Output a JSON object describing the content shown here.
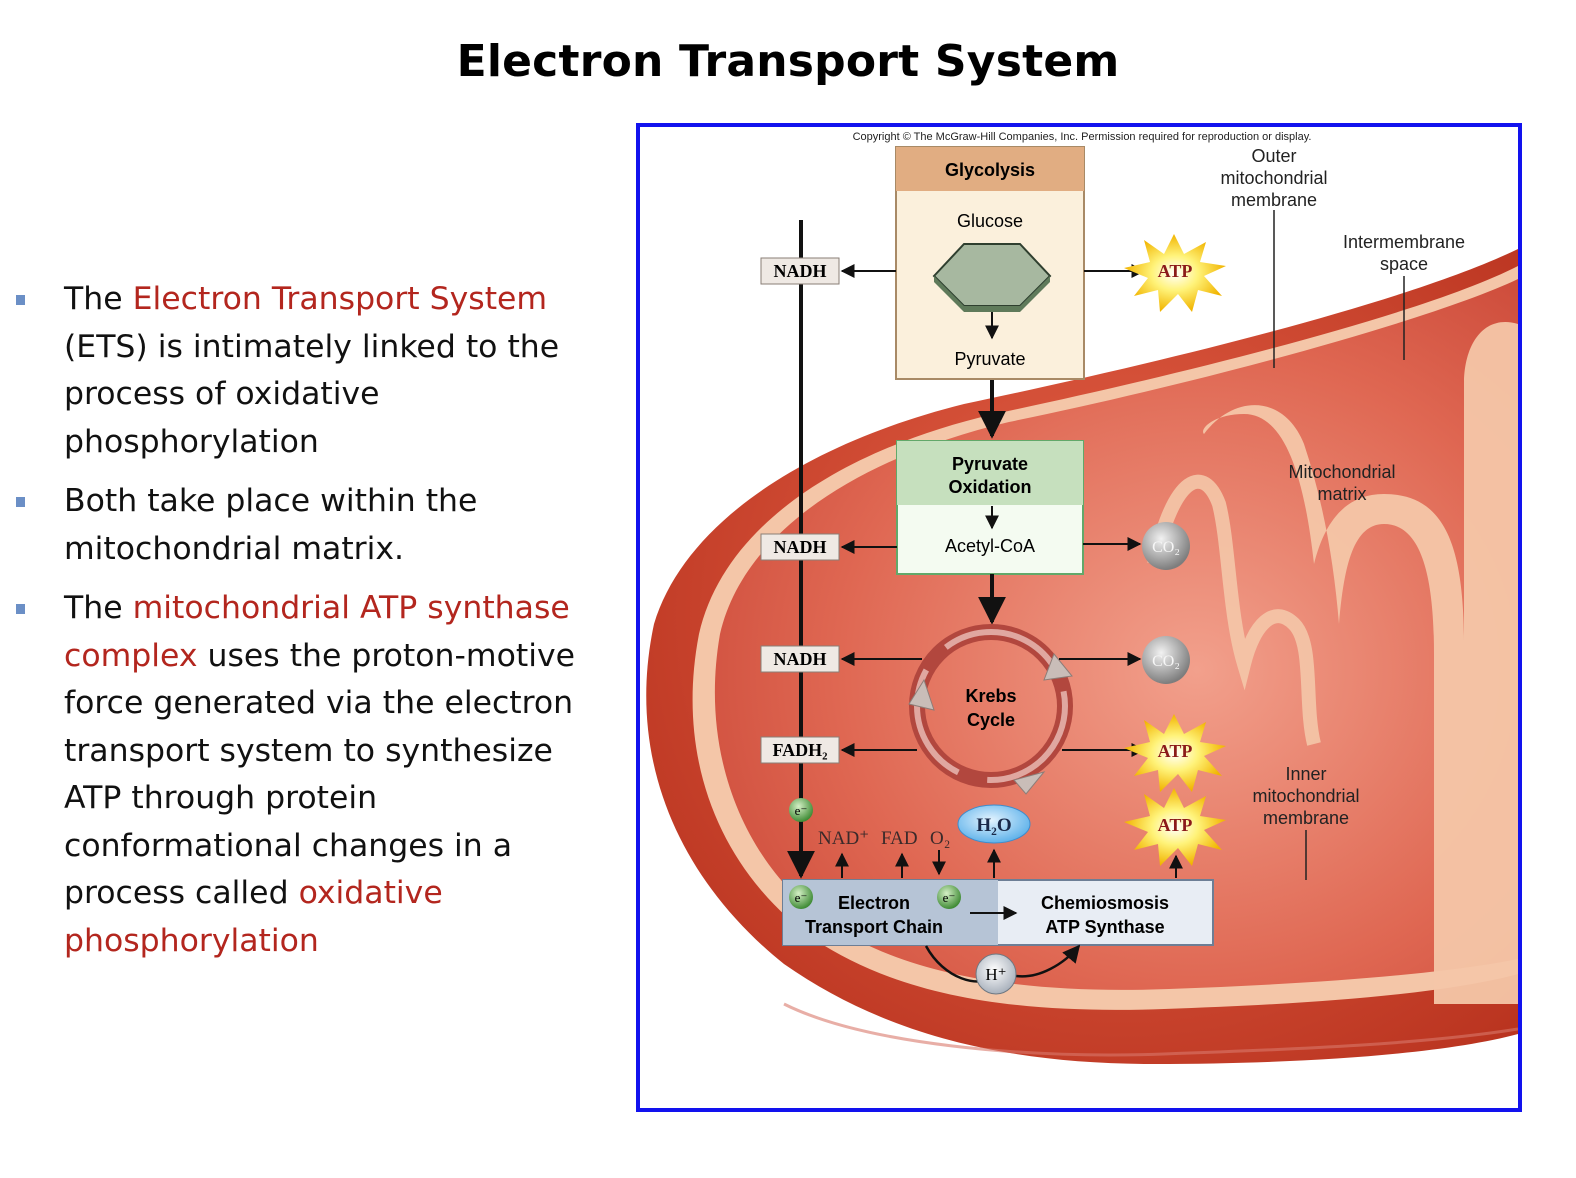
{
  "title": "Electron Transport System",
  "bullets": [
    {
      "segments": [
        {
          "text": "The ",
          "highlight": false
        },
        {
          "text": "Electron Transport System",
          "highlight": true
        },
        {
          "text": " (ETS) is intimately linked to the process of oxidative phosphorylation",
          "highlight": false
        }
      ]
    },
    {
      "segments": [
        {
          "text": "Both take place within the mitochondrial matrix.",
          "highlight": false
        }
      ]
    },
    {
      "segments": [
        {
          "text": "The ",
          "highlight": false
        },
        {
          "text": "mitochondrial ATP synthase complex",
          "highlight": true
        },
        {
          "text": " uses the proton-motive force generated via the electron transport system to synthesize ATP through protein conformational changes in a process called ",
          "highlight": false
        },
        {
          "text": "oxidative phosphorylation",
          "highlight": true
        }
      ]
    }
  ],
  "colors": {
    "highlight": "#b3261e",
    "bullet_marker": "#6b8fc6",
    "frame_border": "#1212ee"
  },
  "figure": {
    "copyright": "Copyright © The McGraw-Hill Companies, Inc. Permission required for reproduction or display.",
    "glycolysis": {
      "header": "Glycolysis",
      "input": "Glucose",
      "output": "Pyruvate"
    },
    "pyruvate_oxidation": {
      "header": "Pyruvate Oxidation",
      "output": "Acetyl-CoA"
    },
    "krebs": "Krebs Cycle",
    "etc": "Electron Transport Chain",
    "chemiosmosis": "Chemiosmosis ATP Synthase",
    "nadh": "NADH",
    "fadh2": "FADH₂",
    "atp": "ATP",
    "co2": "CO₂",
    "h2o": "H₂O",
    "nad_plus": "NAD⁺",
    "fad": "FAD",
    "o2": "O₂",
    "electron": "e⁻",
    "h_plus": "H⁺",
    "labels": {
      "outer_membrane": "Outer mitochondrial membrane",
      "intermembrane_space": "Intermembrane space",
      "matrix": "Mitochondrial matrix",
      "inner_membrane": "Inner mitochondrial membrane"
    }
  }
}
